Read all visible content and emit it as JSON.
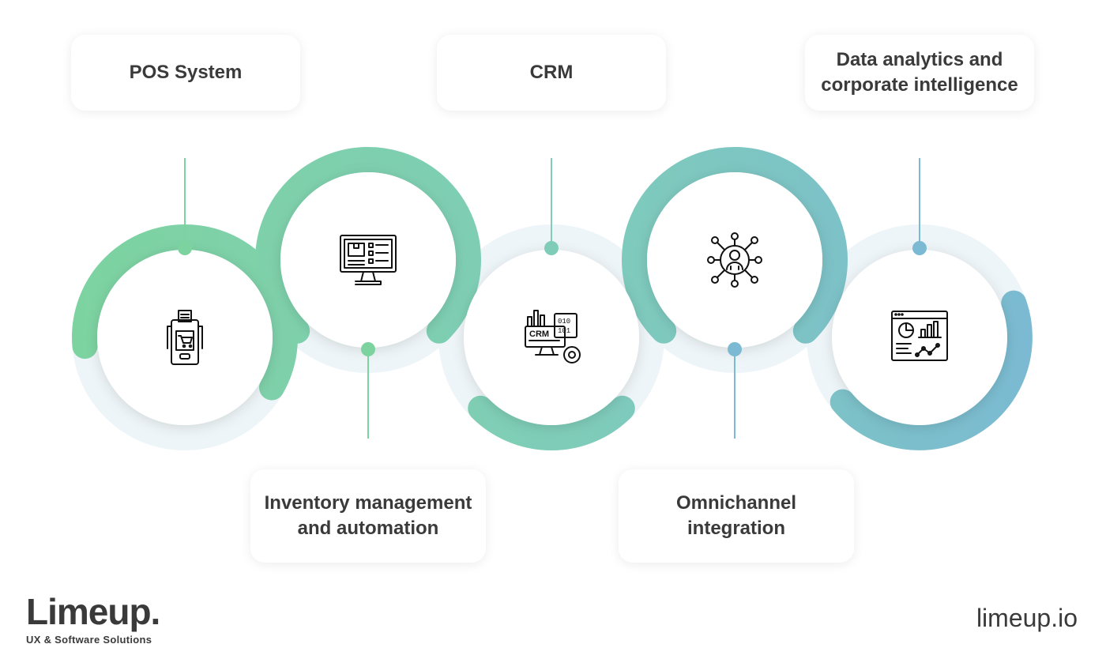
{
  "steps": [
    {
      "label_lines": [
        "POS System"
      ],
      "icon": "pos-terminal-icon"
    },
    {
      "label_lines": [
        "Inventory management",
        "and automation"
      ],
      "icon": "inventory-monitor-icon"
    },
    {
      "label_lines": [
        "CRM"
      ],
      "icon": "crm-dashboard-icon",
      "icon_text": "CRM"
    },
    {
      "label_lines": [
        "Omnichannel",
        "integration"
      ],
      "icon": "network-user-icon"
    },
    {
      "label_lines": [
        "Data analytics and",
        "corporate intelligence"
      ],
      "icon": "analytics-window-icon"
    }
  ],
  "brand": {
    "name": "Limeup.",
    "tagline": "UX & Software Solutions",
    "site": "limeup.io"
  },
  "colors": {
    "start": "#7dd3a0",
    "mid": "#7fcdb8",
    "end": "#7bbad2",
    "track": "#eef5f8",
    "text": "#3a3a3a"
  }
}
